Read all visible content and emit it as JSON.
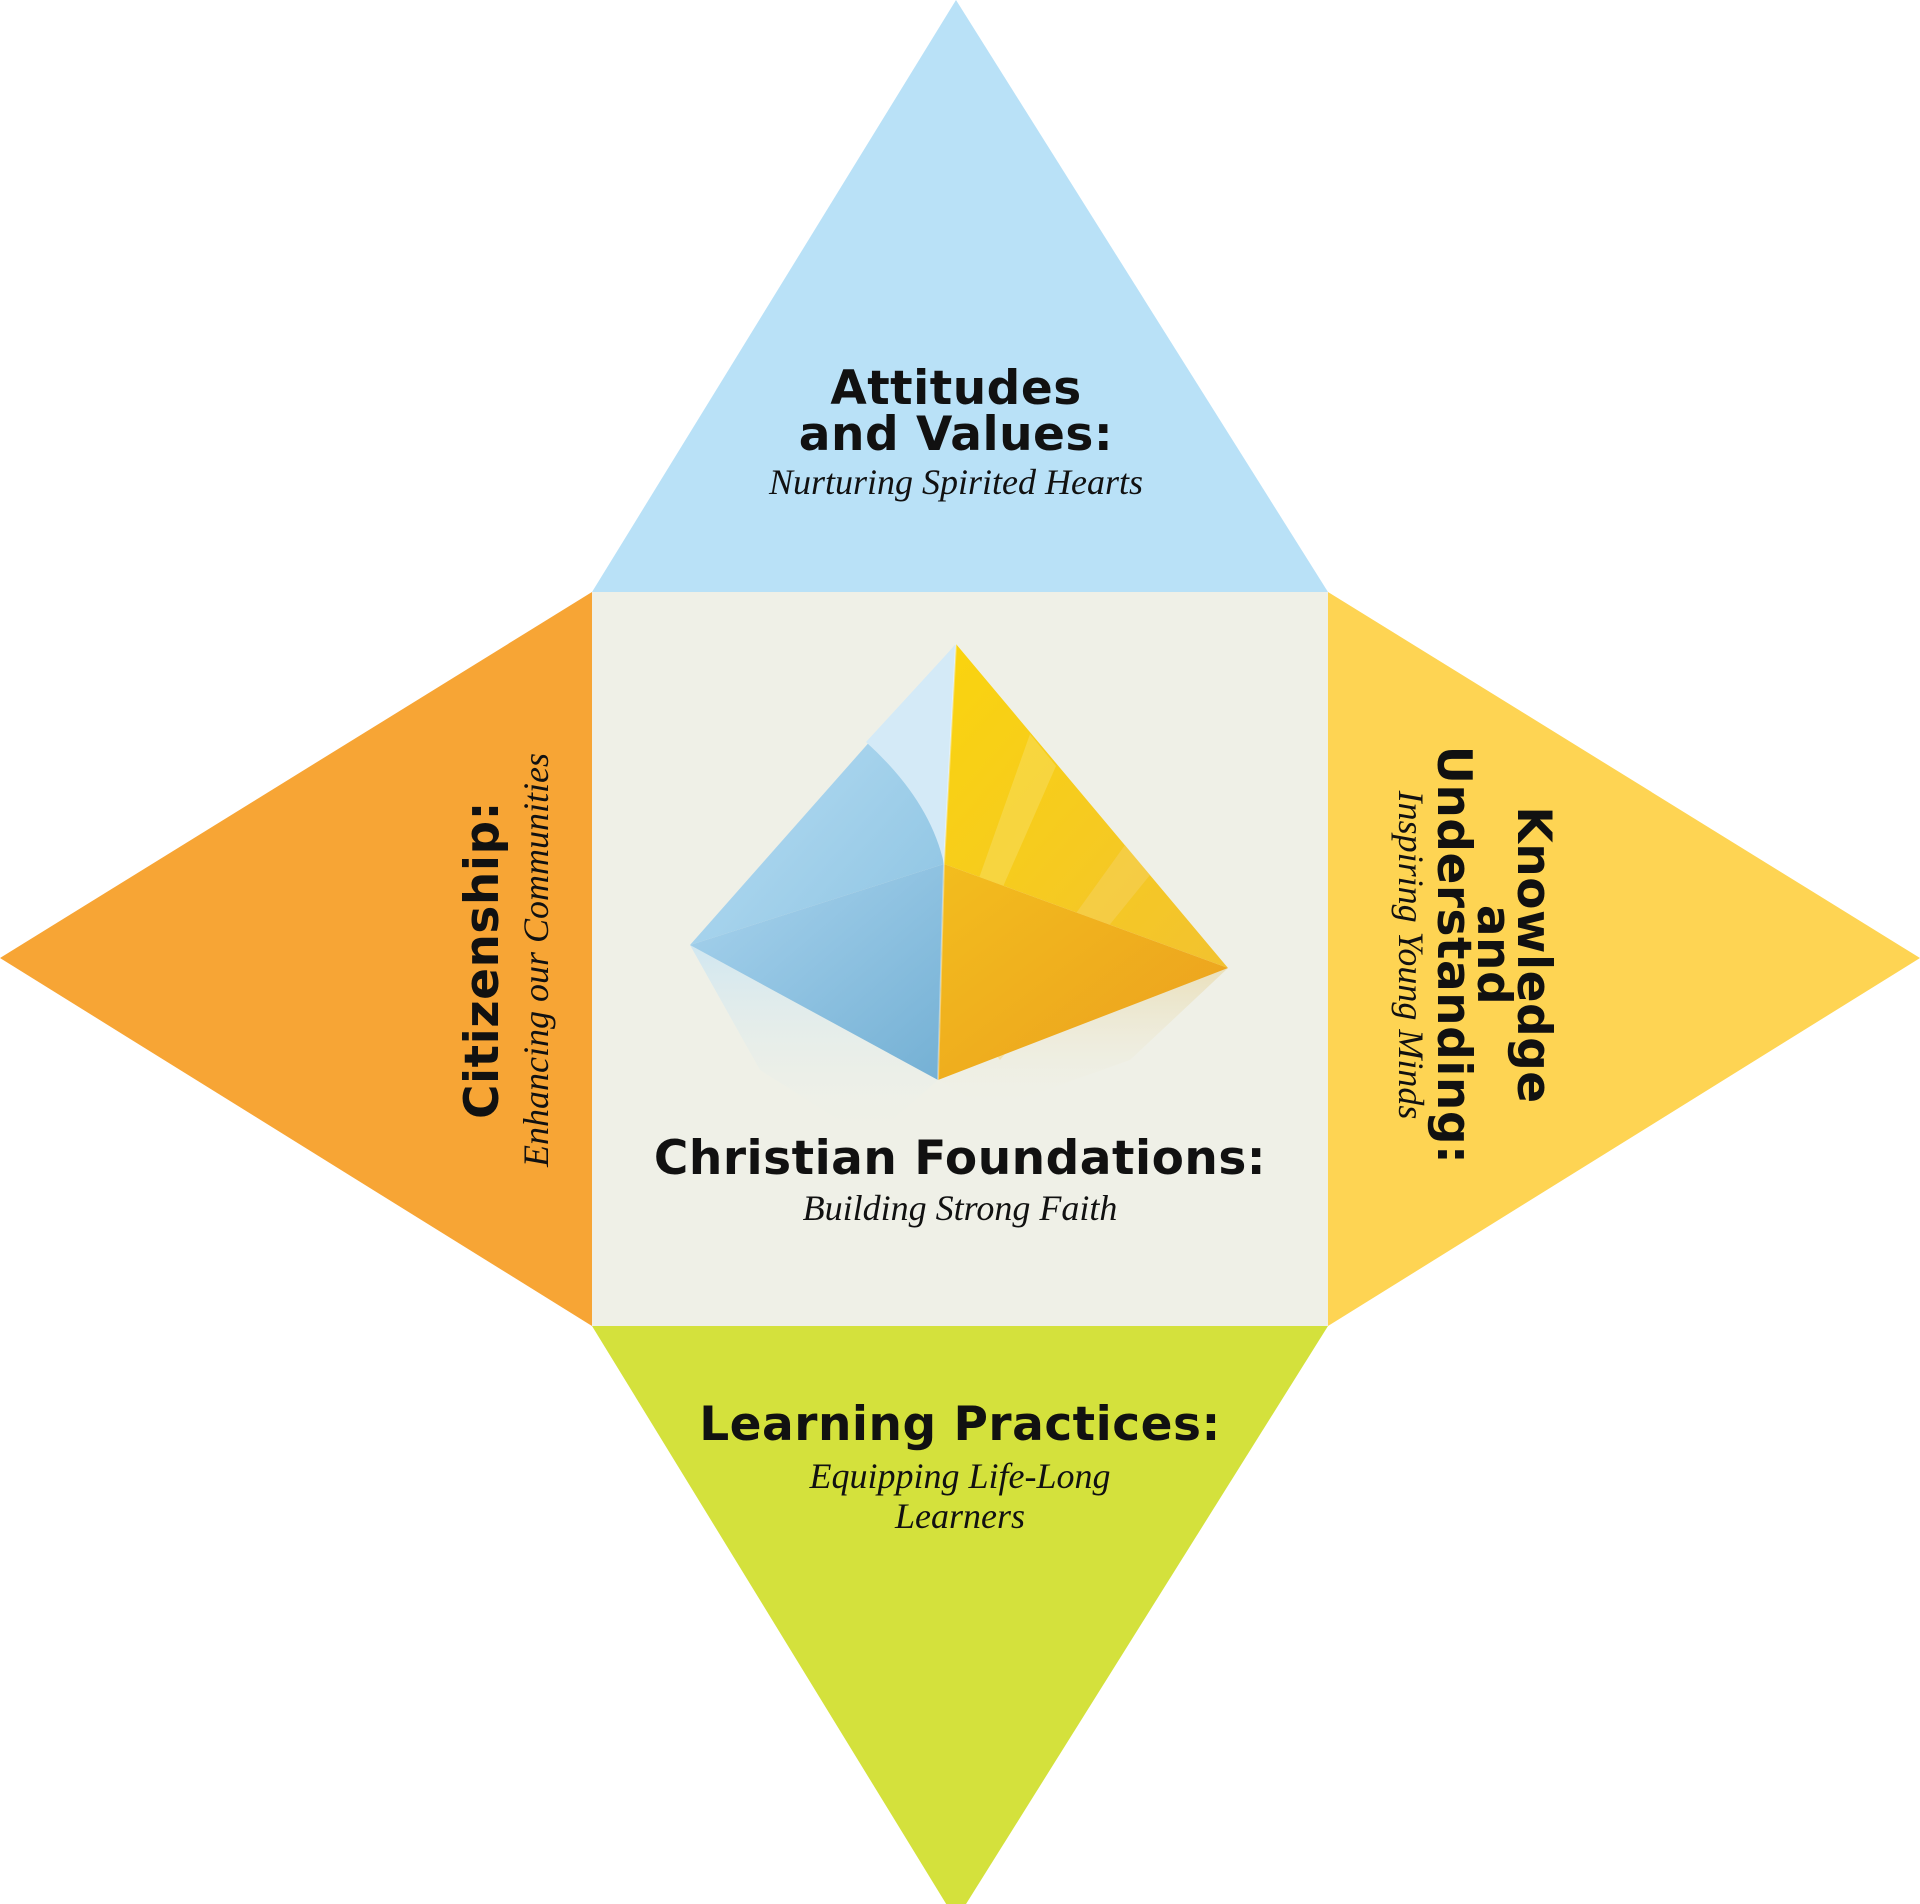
{
  "center": {
    "title": "Christian Foundations:",
    "subtitle": "Building Strong Faith"
  },
  "top": {
    "title_line1": "Attitudes",
    "title_line2": "and Values:",
    "subtitle": "Nurturing Spirited Hearts"
  },
  "left": {
    "title": "Citizenship:",
    "subtitle": "Enhancing our Communities"
  },
  "right": {
    "title_line1": "Knowledge",
    "title_line2": "and",
    "title_line3": "Understanding:",
    "subtitle": "Inspiring Young Minds"
  },
  "bottom": {
    "title": "Learning Practices:",
    "subtitle_line1": "Equipping Life-Long",
    "subtitle_line2": "Learners"
  },
  "colors": {
    "top": "#b9e1f7",
    "left": "#f7a535",
    "right": "#fed453",
    "bottom": "#d4e13c",
    "center": "#eff0e7"
  }
}
